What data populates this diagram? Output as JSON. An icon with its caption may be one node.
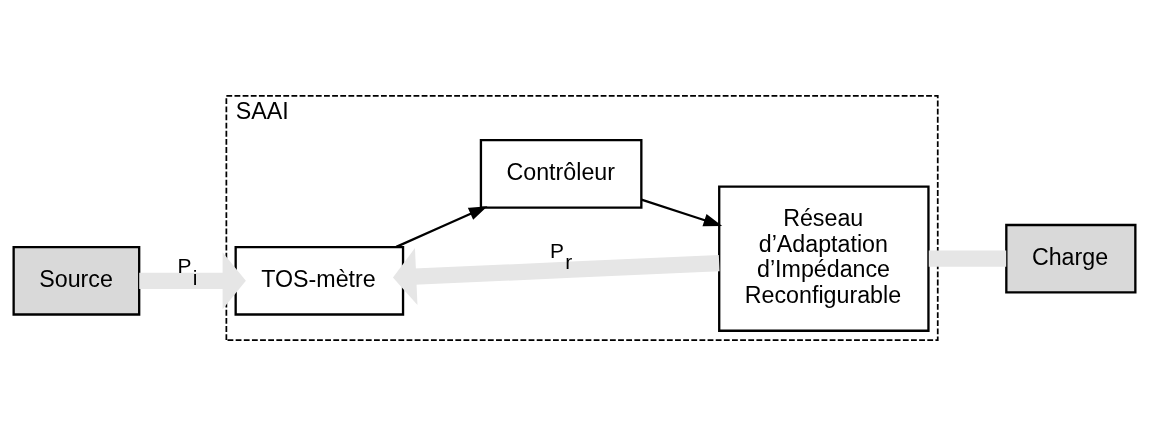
{
  "diagram": {
    "nodes": [
      {
        "text": [
          "Source"
        ]
      },
      {
        "text": [
          "SAAI"
        ]
      },
      {
        "text": [
          "TOS-mètre"
        ],
        "in": 1
      },
      {
        "text": [
          "Réseau d’Adaptation d’Impédance Reconfigurable"
        ],
        "in": 1
      },
      {
        "text": [
          "Contrôleur"
        ],
        "in": 1
      },
      {
        "text": [
          "Charge"
        ]
      }
    ],
    "edges": [
      {
        "from": 0,
        "to": 2,
        "arrow": "to",
        "label": "P$_{i}$",
        "color": "#e6e6e6"
      },
      {
        "from": 3,
        "to": 2,
        "arrow": "to",
        "label": "P$_{r}$",
        "color": "#e6e6e6"
      },
      {
        "from": 3,
        "to": 5,
        "arrow": "none",
        "color": "#e6e6e6"
      },
      {
        "from": 2,
        "to": 4,
        "arrow": "to",
        "color": "#000000"
      },
      {
        "from": 4,
        "to": 3,
        "arrow": "to",
        "color": "#000000"
      }
    ]
  }
}
